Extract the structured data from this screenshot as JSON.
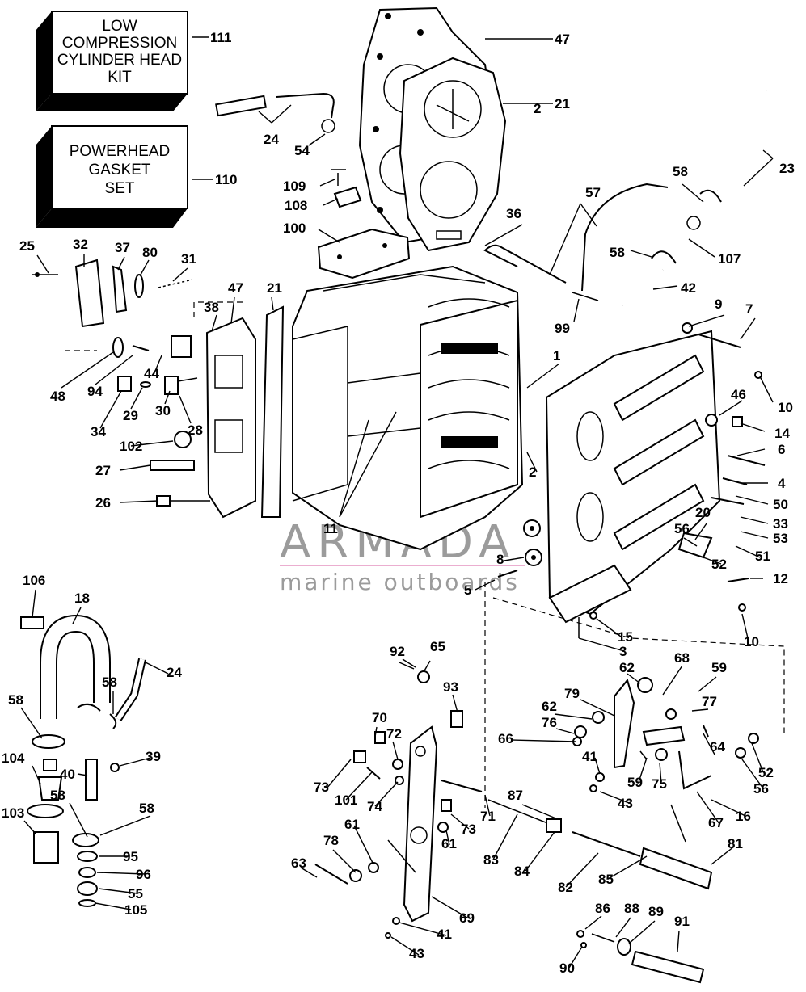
{
  "kits": {
    "low_compression": {
      "line1": "LOW",
      "line2": "COMPRESSION",
      "line3": "CYLINDER HEAD",
      "line4": "KIT",
      "ref": "111"
    },
    "powerhead_gasket": {
      "line1": "POWERHEAD",
      "line2": "GASKET",
      "line3": "SET",
      "ref": "110"
    }
  },
  "watermark": {
    "brand": "ARMADA",
    "tagline": "marine outboards",
    "colors": {
      "logo": "#e8a0c8",
      "text": "#8a8a8a"
    }
  },
  "callouts": [
    {
      "id": "c47a",
      "text": "47"
    },
    {
      "id": "c21a",
      "text": "21"
    },
    {
      "id": "c24a",
      "text": "24"
    },
    {
      "id": "c54",
      "text": "54"
    },
    {
      "id": "c23",
      "text": "23"
    },
    {
      "id": "c58a",
      "text": "58"
    },
    {
      "id": "c109",
      "text": "109"
    },
    {
      "id": "c108",
      "text": "108"
    },
    {
      "id": "c100",
      "text": "100"
    },
    {
      "id": "c2a",
      "text": "2"
    },
    {
      "id": "c36",
      "text": "36"
    },
    {
      "id": "c57",
      "text": "57"
    },
    {
      "id": "c58b",
      "text": "58"
    },
    {
      "id": "c107",
      "text": "107"
    },
    {
      "id": "c42",
      "text": "42"
    },
    {
      "id": "c99",
      "text": "99"
    },
    {
      "id": "c25",
      "text": "25"
    },
    {
      "id": "c32",
      "text": "32"
    },
    {
      "id": "c37",
      "text": "37"
    },
    {
      "id": "c80",
      "text": "80"
    },
    {
      "id": "c31",
      "text": "31"
    },
    {
      "id": "c38",
      "text": "38"
    },
    {
      "id": "c47b",
      "text": "47"
    },
    {
      "id": "c21b",
      "text": "21"
    },
    {
      "id": "c9",
      "text": "9"
    },
    {
      "id": "c7",
      "text": "7"
    },
    {
      "id": "c48",
      "text": "48"
    },
    {
      "id": "c94",
      "text": "94"
    },
    {
      "id": "c44",
      "text": "44"
    },
    {
      "id": "c34",
      "text": "34"
    },
    {
      "id": "c29",
      "text": "29"
    },
    {
      "id": "c30",
      "text": "30"
    },
    {
      "id": "c28",
      "text": "28"
    },
    {
      "id": "c1",
      "text": "1"
    },
    {
      "id": "c10a",
      "text": "10"
    },
    {
      "id": "c46",
      "text": "46"
    },
    {
      "id": "c14",
      "text": "14"
    },
    {
      "id": "c102",
      "text": "102"
    },
    {
      "id": "c6",
      "text": "6"
    },
    {
      "id": "c27",
      "text": "27"
    },
    {
      "id": "c2b",
      "text": "2"
    },
    {
      "id": "c4",
      "text": "4"
    },
    {
      "id": "c26",
      "text": "26"
    },
    {
      "id": "c50",
      "text": "50"
    },
    {
      "id": "c20",
      "text": "20"
    },
    {
      "id": "c33",
      "text": "33"
    },
    {
      "id": "c56a",
      "text": "56"
    },
    {
      "id": "c53",
      "text": "53"
    },
    {
      "id": "c11",
      "text": "11"
    },
    {
      "id": "c8",
      "text": "8"
    },
    {
      "id": "c51",
      "text": "51"
    },
    {
      "id": "c52a",
      "text": "52"
    },
    {
      "id": "c5",
      "text": "5"
    },
    {
      "id": "c12",
      "text": "12"
    },
    {
      "id": "c106a",
      "text": "106"
    },
    {
      "id": "c18",
      "text": "18"
    },
    {
      "id": "c15",
      "text": "15"
    },
    {
      "id": "c10b",
      "text": "10"
    },
    {
      "id": "c3",
      "text": "3"
    },
    {
      "id": "c24b",
      "text": "24"
    },
    {
      "id": "c92",
      "text": "92"
    },
    {
      "id": "c65",
      "text": "65"
    },
    {
      "id": "c68",
      "text": "68"
    },
    {
      "id": "c59a",
      "text": "59"
    },
    {
      "id": "c58c",
      "text": "58"
    },
    {
      "id": "c62a",
      "text": "62"
    },
    {
      "id": "c93",
      "text": "93"
    },
    {
      "id": "c79",
      "text": "79"
    },
    {
      "id": "c77",
      "text": "77"
    },
    {
      "id": "c58d",
      "text": "58"
    },
    {
      "id": "c62b",
      "text": "62"
    },
    {
      "id": "c70",
      "text": "70"
    },
    {
      "id": "c76",
      "text": "76"
    },
    {
      "id": "c72",
      "text": "72"
    },
    {
      "id": "c66",
      "text": "66"
    },
    {
      "id": "c64",
      "text": "64"
    },
    {
      "id": "c52b",
      "text": "52"
    },
    {
      "id": "c40",
      "text": "40"
    },
    {
      "id": "c39",
      "text": "39"
    },
    {
      "id": "c104",
      "text": "104"
    },
    {
      "id": "c41a",
      "text": "41"
    },
    {
      "id": "c58e",
      "text": "58"
    },
    {
      "id": "c73a",
      "text": "73"
    },
    {
      "id": "c101",
      "text": "101"
    },
    {
      "id": "c74",
      "text": "74"
    },
    {
      "id": "c59b",
      "text": "59"
    },
    {
      "id": "c75",
      "text": "75"
    },
    {
      "id": "c56b",
      "text": "56"
    },
    {
      "id": "c43a",
      "text": "43"
    },
    {
      "id": "c71",
      "text": "71"
    },
    {
      "id": "c87",
      "text": "87"
    },
    {
      "id": "c16",
      "text": "16"
    },
    {
      "id": "c103",
      "text": "103"
    },
    {
      "id": "c58f",
      "text": "58"
    },
    {
      "id": "c73b",
      "text": "73"
    },
    {
      "id": "c67",
      "text": "67"
    },
    {
      "id": "c61a",
      "text": "61"
    },
    {
      "id": "c61b",
      "text": "61"
    },
    {
      "id": "c81",
      "text": "81"
    },
    {
      "id": "c78",
      "text": "78"
    },
    {
      "id": "c95",
      "text": "95"
    },
    {
      "id": "c83",
      "text": "83"
    },
    {
      "id": "c63",
      "text": "63"
    },
    {
      "id": "c84",
      "text": "84"
    },
    {
      "id": "c96",
      "text": "96"
    },
    {
      "id": "c82",
      "text": "82"
    },
    {
      "id": "c85",
      "text": "85"
    },
    {
      "id": "c55",
      "text": "55"
    },
    {
      "id": "c105",
      "text": "105"
    },
    {
      "id": "c69",
      "text": "69"
    },
    {
      "id": "c86",
      "text": "86"
    },
    {
      "id": "c88",
      "text": "88"
    },
    {
      "id": "c89",
      "text": "89"
    },
    {
      "id": "c91",
      "text": "91"
    },
    {
      "id": "c41b",
      "text": "41"
    },
    {
      "id": "c43b",
      "text": "43"
    },
    {
      "id": "c90",
      "text": "90"
    }
  ]
}
